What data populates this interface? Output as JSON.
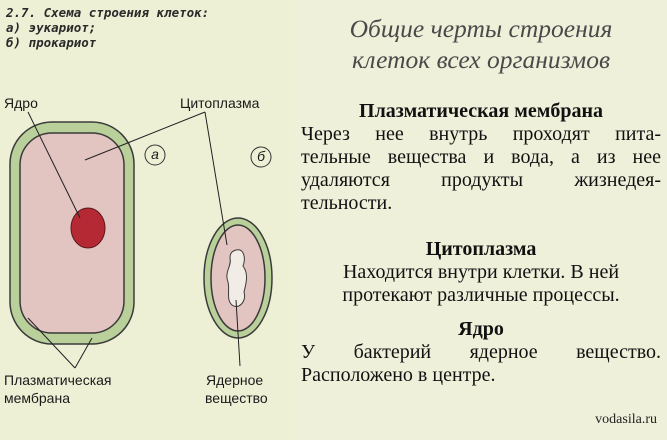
{
  "figure": {
    "title_line1": "2.7. Схема строения клеток:",
    "title_line2": "а) эукариот;",
    "title_line3": "б) прокариот",
    "label_nucleus": "Ядро",
    "label_cytoplasm": "Цитоплазма",
    "label_membrane_1": "Плазматическая",
    "label_membrane_2": "мембрана",
    "label_nuclear_1": "Ядерное",
    "label_nuclear_2": "вещество",
    "marker_a": "а",
    "marker_b": "б",
    "colors": {
      "cell_wall": "#b9d09a",
      "cytoplasm": "#e2c4c1",
      "nucleus": "#b52935",
      "outline": "#3a3a3a"
    }
  },
  "heading": {
    "line1": "Общие черты строения",
    "line2": "клеток всех организмов"
  },
  "membrane": {
    "title": "Плазматическая мембрана",
    "line1": "Через нее внутрь проходят пита-",
    "line2": "тельные вещества и вода, а из нее",
    "line3": "удаляются продукты жизнедея-",
    "line4": "тельности."
  },
  "cytoplasm": {
    "title": "Цитоплазма",
    "line1": "Находится внутри клетки. В ней",
    "line2": "протекают различные процессы."
  },
  "nucleus": {
    "title": "Ядро",
    "line1": "У бактерий ядерное вещество.",
    "line2": "Расположено в центре."
  },
  "site": "vodasila.ru"
}
